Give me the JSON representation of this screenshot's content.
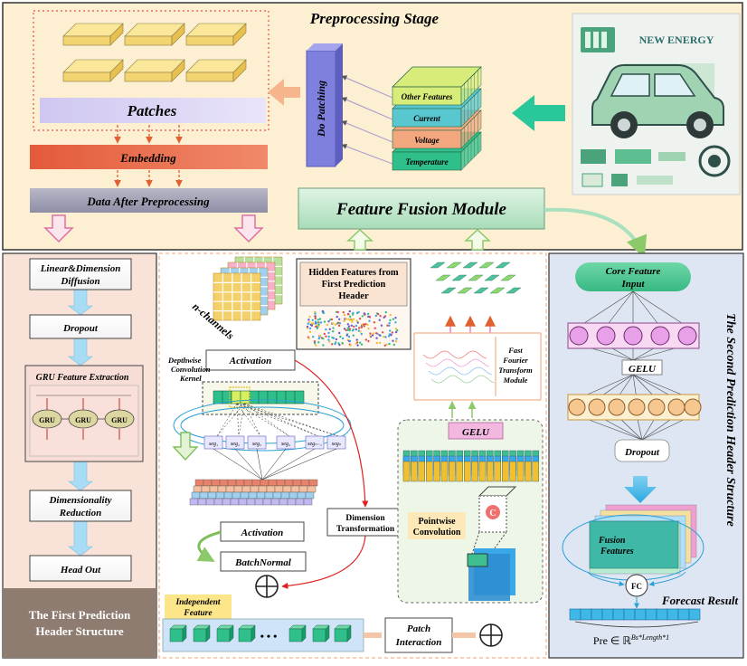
{
  "preprocessing": {
    "title": "Preprocessing Stage",
    "patches": "Patches",
    "embedding": "Embedding",
    "data_after": "Data After Preprocessing",
    "do_patching": "Do Patching",
    "feature_layers": [
      "Other Features",
      "Current",
      "Voltage",
      "Temperature"
    ],
    "feature_colors": [
      "#d8ec7a",
      "#58c7d0",
      "#f2a77e",
      "#2fbf8a"
    ],
    "ev_label": "NEW ENERGY"
  },
  "fusion": {
    "title": "Feature Fusion Module"
  },
  "first_header": {
    "title_line1": "The First Prediction",
    "title_line2": "Header Structure",
    "steps": [
      "Linear&Dimension",
      "Diffusion",
      "Dropout",
      "GRU Feature Extraction",
      "Dimensionality",
      "Reduction",
      "Head Out"
    ],
    "gru_label": "GRU"
  },
  "middle": {
    "hidden_title": [
      "Hidden Features from",
      "First Prediction",
      "Header"
    ],
    "n_channels": "n-channels",
    "activation": "Activation",
    "depthwise": [
      "Depthwise",
      "Convolution",
      "Kernel"
    ],
    "seg_labels": [
      "seg₁",
      "seg₂",
      "seg₃",
      "seg₄",
      "segₙ₋₁",
      "segₙ"
    ],
    "dimension": [
      "Dimension",
      "Transformation"
    ],
    "activation2": "Activation",
    "batchnormal": "BatchNormal",
    "independent": [
      "Independent",
      "Feature"
    ],
    "ellipsis": "• • •",
    "patch_interaction": [
      "Patch",
      "Interaction"
    ],
    "gelu": "GELU",
    "pointwise": [
      "Pointwise",
      "Convolution"
    ],
    "c_label": "C",
    "fft": [
      "Fast",
      "Fourier",
      "Transform",
      "Module"
    ]
  },
  "second_header": {
    "title": "The Second Prediction Header Structure",
    "core_input": [
      "Core Feature",
      "Input"
    ],
    "gelu": "GELU",
    "dropout": "Dropout",
    "fusion_features": [
      "Fusion",
      "Features"
    ],
    "fc": "FC",
    "forecast": "Forecast Result",
    "formula": "Pre ∈ ℝ",
    "formula_sup": "Bs*Length*1"
  }
}
